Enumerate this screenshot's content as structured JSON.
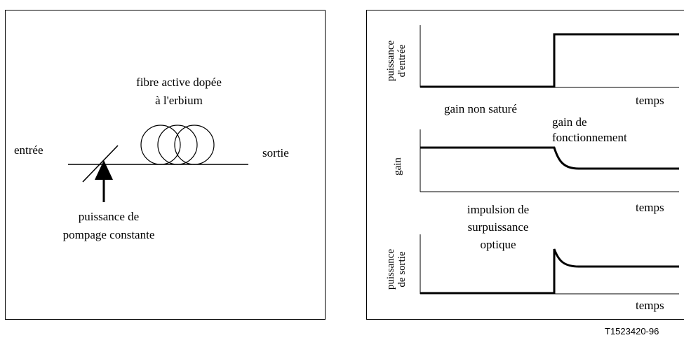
{
  "left": {
    "fiber_label_line1": "fibre active dopée",
    "fiber_label_line2": "à l'erbium",
    "input_label": "entrée",
    "output_label": "sortie",
    "pump_label_line1": "puissance de",
    "pump_label_line2": "pompage constante"
  },
  "right": {
    "input_power": {
      "ylabel_line1": "puissance",
      "ylabel_line2": "d'entrée",
      "xlabel": "temps"
    },
    "gain": {
      "ylabel": "gain",
      "xlabel": "temps",
      "annot_unsat": "gain non saturé",
      "annot_op_line1": "gain de",
      "annot_op_line2": "fonctionnement"
    },
    "output_power": {
      "ylabel_line1": "puissance",
      "ylabel_line2": "de sortie",
      "xlabel": "temps",
      "annot_line1": "impulsion de",
      "annot_line2": "surpuissance",
      "annot_line3": "optique"
    }
  },
  "figure_id": "T1523420-96"
}
